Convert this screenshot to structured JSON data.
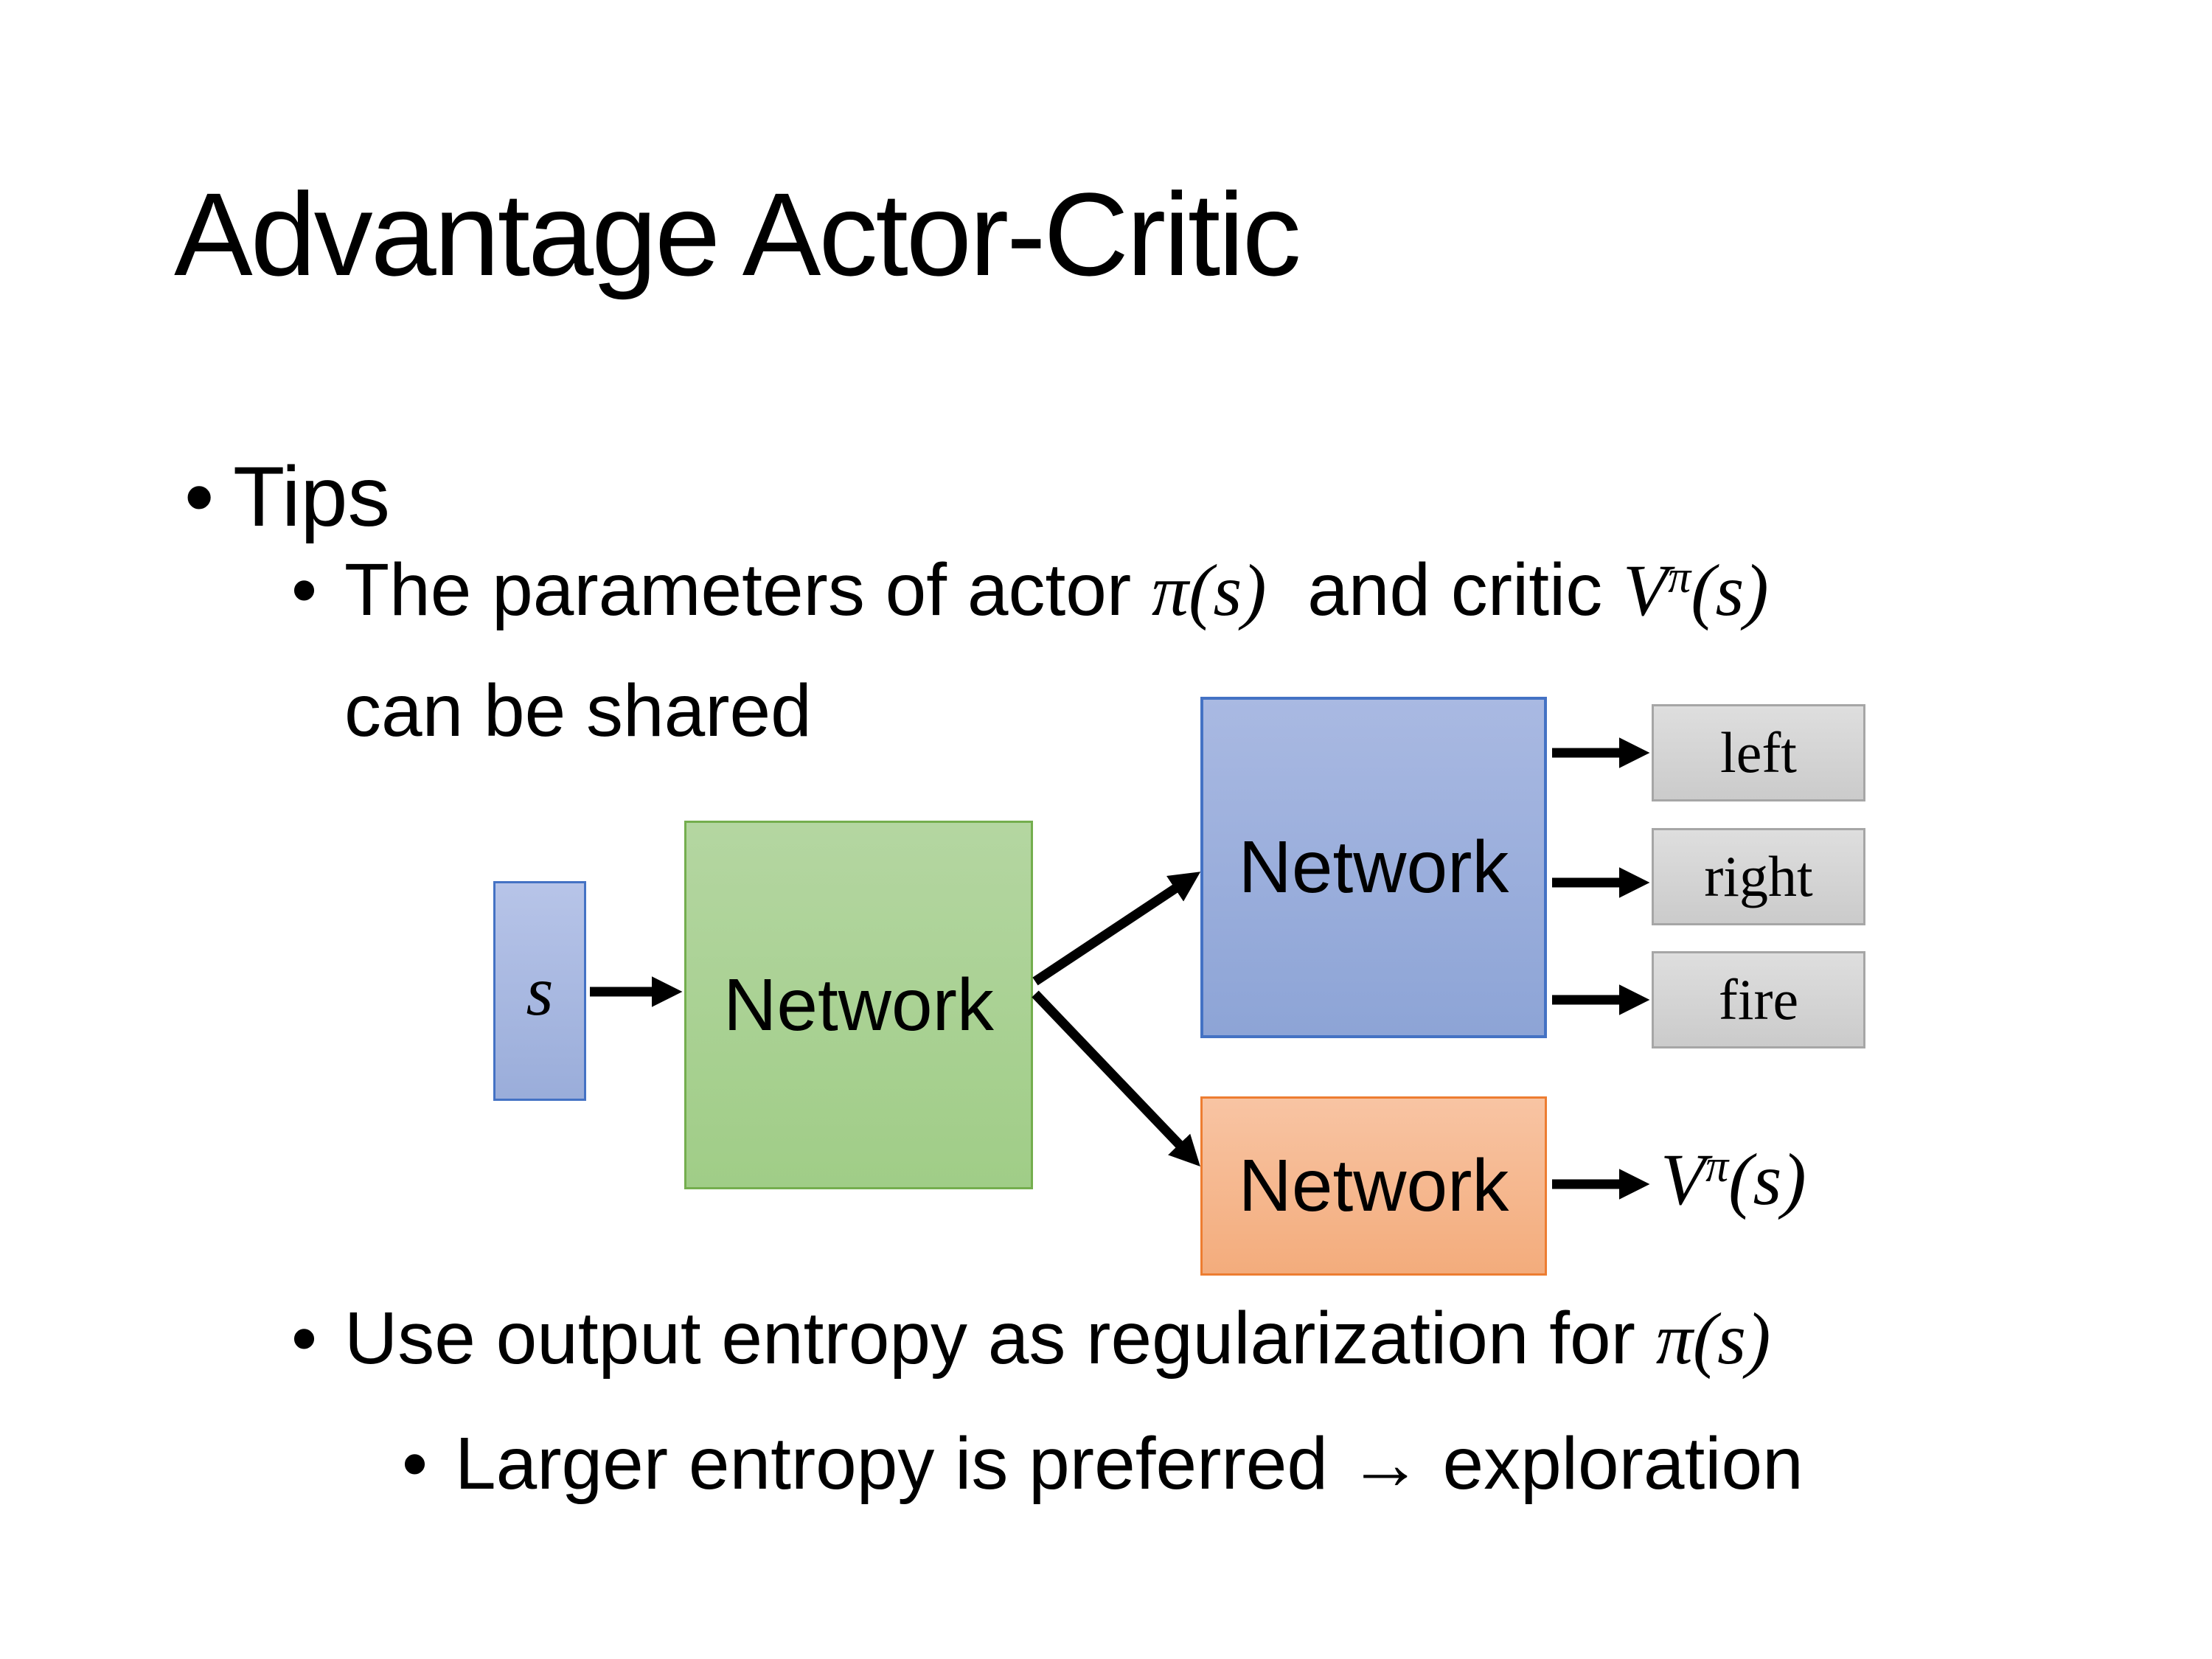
{
  "slide": {
    "title": "Advantage Actor-Critic",
    "bullet_char": "•",
    "tips_label": "Tips",
    "shared_bullet": {
      "text_pre": "The parameters of actor ",
      "actor_math": "π(s)",
      "text_mid": "  and critic ",
      "critic_V": "V",
      "critic_sup": "π",
      "critic_args": "(s)",
      "line2": "can be shared"
    },
    "entropy_bullet": {
      "text_pre": "Use output entropy as regularization for ",
      "pi_math": "π(s)"
    },
    "exploration_bullet": "Larger entropy is preferred → exploration"
  },
  "diagram": {
    "state_label": "s",
    "shared_network_label": "Network",
    "actor_network_label": "Network",
    "critic_network_label": "Network",
    "action_labels": [
      "left",
      "right",
      "fire"
    ],
    "value_output": {
      "V": "V",
      "sup": "π",
      "args": "(s)"
    }
  },
  "colors": {
    "background": "#ffffff",
    "text_color": "#000000",
    "arrow_color": "#000000",
    "blue_border": "#4472c4",
    "green_border": "#74ae4e",
    "orange_border": "#ed7d31",
    "gray_border": "#a6a6a6",
    "state_fill_top": "#b7c4e8",
    "state_fill_bottom": "#9aadda",
    "green_fill_top": "#b4d6a1",
    "green_fill_bottom": "#a0cd87",
    "actor_fill_top": "#a9b9e2",
    "actor_fill_bottom": "#8da4d6",
    "orange_fill_top": "#f8c4a3",
    "orange_fill_bottom": "#f3ac7c",
    "gray_fill_top": "#dedede",
    "gray_fill_bottom": "#cbcbcb"
  }
}
